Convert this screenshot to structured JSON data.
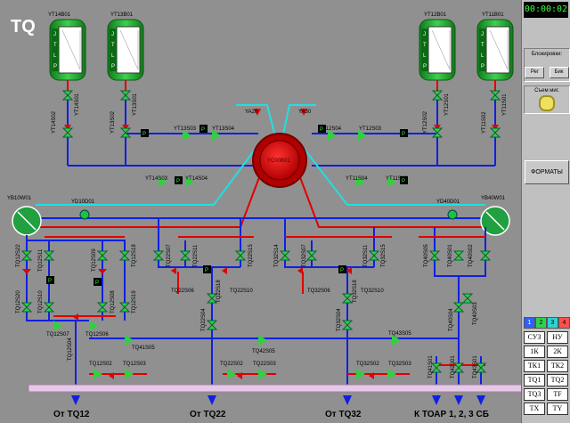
{
  "title": "TQ",
  "clock": "00:00:02",
  "panel": {
    "block_label": "Блокировки:",
    "reg_label": "Рег",
    "blk_label": "Бик",
    "siem_label": "Съем миг.",
    "formats_label": "ФОРМАТЫ",
    "tabs": [
      "1",
      "2",
      "3",
      "4"
    ],
    "buttons": [
      "СУЗ",
      "НУ",
      "1К",
      "2К",
      "ТК1",
      "ТК2",
      "ТQ1",
      "ТQ2",
      "ТQ3",
      "ТF",
      "ТХ",
      "ТY"
    ]
  },
  "tanks": [
    "YT14B01",
    "YT13B01",
    "YT12B01",
    "YT11B01"
  ],
  "tank_letters": [
    "J",
    "T",
    "L",
    "P"
  ],
  "center": "YC00B01",
  "ya_left": "YA20",
  "ya_right": "YA30",
  "exchangers": [
    "YB10W01",
    "YB40W01"
  ],
  "pumps": [
    "YD10D01",
    "YD40D01"
  ],
  "p_label": "P",
  "bottom_labels": [
    "От TQ12",
    "От TQ22",
    "От TQ32",
    "К ТОАР 1, 2, 3 СБ"
  ],
  "valves_top": [
    "YT14S02",
    "YT14S01",
    "YT13S02",
    "YT13S01",
    "YT12S02",
    "YT12S01",
    "YT11S02",
    "YT11S01"
  ],
  "valves_mid": [
    "YT13S03",
    "YT13S04",
    "YT12S04",
    "YT12S03",
    "YT14S03",
    "YT14S04",
    "YT11S04",
    "YT11S03"
  ],
  "valves_low": [
    "TQ12S22",
    "TQ12S11",
    "TQ12S09",
    "TQ12S18",
    "TQ22S07",
    "TQ22S11",
    "TQ22S15",
    "TQ32S14",
    "TQ32S07",
    "TQ32S11",
    "TQ32S15",
    "TQ40S05",
    "TQ40S01",
    "TQ40S02"
  ],
  "valves_bot": [
    "TQ12S20",
    "TQ12S10",
    "TQ12S08",
    "TQ12S19",
    "TQ22S06",
    "TQ22S18",
    "TQ22S10",
    "TQ32S06",
    "TQ32S18",
    "TQ32S10",
    "TQ40S04",
    "TQ40S03",
    "TQ22S04",
    "TQ32S04",
    "TQ12S07",
    "TQ12S06",
    "TQ41S05",
    "TQ42S05",
    "TQ43S05",
    "TQ12S04",
    "TQ12S02",
    "TQ12S03",
    "TQ22S02",
    "TQ22S03",
    "TQ32S02",
    "TQ32S03",
    "TQ41S01",
    "TQ42S01",
    "TQ43S01"
  ]
}
